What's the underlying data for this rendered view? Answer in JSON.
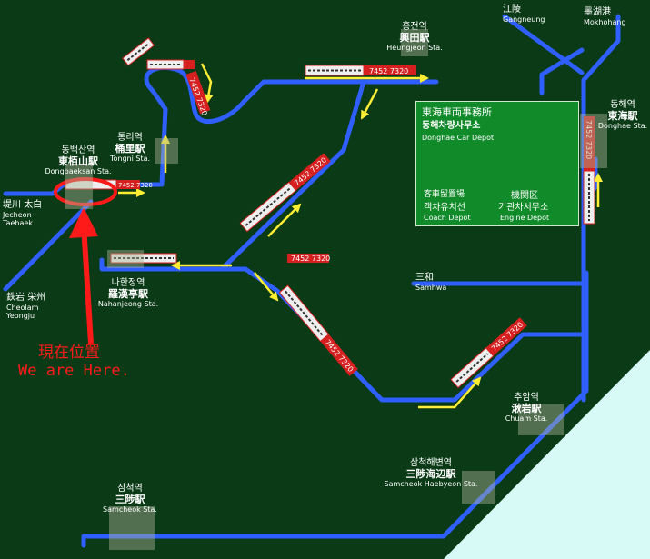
{
  "title": "",
  "colors": {
    "background": "#0a3a16",
    "track": "#2f5fff",
    "train_route": "#ffee33",
    "marker": "#ff1a1a",
    "depot": "#118a2a",
    "sea": "#d8faf6"
  },
  "current_location": {
    "jp": "現在位置",
    "en": "We are Here."
  },
  "train_numbers": [
    "7452",
    "7320"
  ],
  "depot": {
    "title_jp": "東海車両事務所",
    "title_kr": "동해차량사무소",
    "title_en": "Donghae Car Depot",
    "coach": {
      "jp": "客車留置場",
      "kr": "객차유치선",
      "en": "Coach Depot"
    },
    "engine": {
      "jp": "機関区",
      "kr": "기관차서무소",
      "en": "Engine Depot"
    }
  },
  "stations": {
    "heungjeon": {
      "kr": "흥전역",
      "jp": "興田駅",
      "en": "Heungjeon Sta."
    },
    "tongni": {
      "kr": "통리역",
      "jp": "桶里駅",
      "en": "Tongni Sta."
    },
    "dongbaeksan": {
      "kr": "동백산역",
      "jp": "東栢山駅",
      "en": "Dongbaeksan Sta."
    },
    "nahanjeong": {
      "kr": "나한정역",
      "jp": "羅漢亭駅",
      "en": "Nahanjeong Sta."
    },
    "donghae": {
      "kr": "동해역",
      "jp": "東海駅",
      "en": "Donghae Sta."
    },
    "chuam": {
      "kr": "추암역",
      "jp": "湫岩駅",
      "en": "Chuam Sta."
    },
    "samcheok_haebyeon": {
      "kr": "삼척해변역",
      "jp": "三陟海辺駅",
      "en": "Samcheok Haebyeon Sta."
    },
    "samcheok": {
      "kr": "삼척역",
      "jp": "三陟駅",
      "en": "Samcheok Sta."
    }
  },
  "destinations": {
    "gangneung": {
      "jp": "江陵",
      "en": "Gangneung"
    },
    "mukhohang": {
      "jp": "墨湖港",
      "en": "Mokhohang"
    },
    "jecheon": {
      "jp": "堤川",
      "en": "Jecheon"
    },
    "taebaek": {
      "jp": "太白",
      "en": "Taebaek"
    },
    "cheolam": {
      "jp": "鉄岩",
      "en": "Cheolam"
    },
    "yeongju": {
      "jp": "栄州",
      "en": "Yeongju"
    },
    "samhwa": {
      "jp": "三和",
      "en": "Samhwa"
    }
  }
}
